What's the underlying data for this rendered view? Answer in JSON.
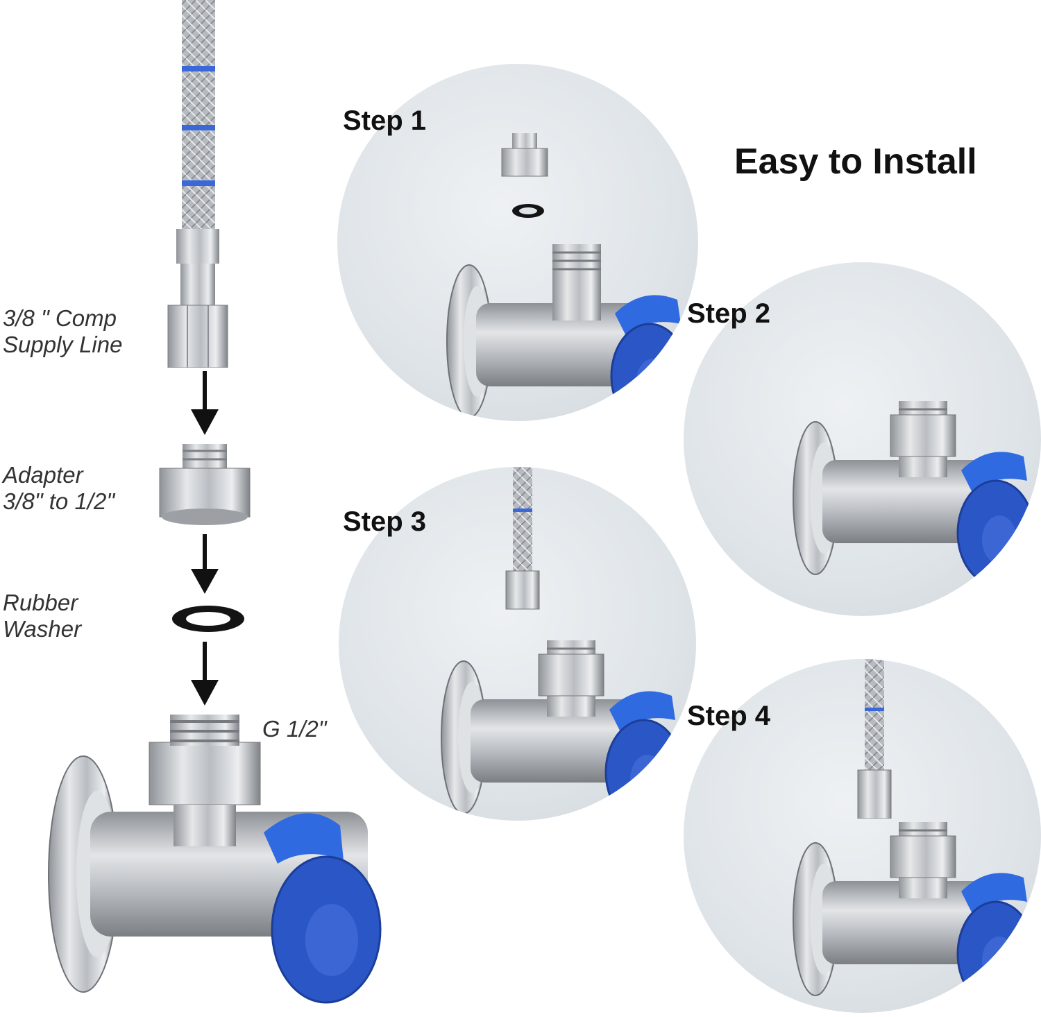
{
  "headline": "Easy to Install",
  "labels": {
    "supply_line": "3/8 \" Comp\nSupply Line",
    "adapter": "Adapter\n3/8\" to 1/2\"",
    "washer": "Rubber\nWasher",
    "thread": "G 1/2\""
  },
  "steps": [
    {
      "title": "Step 1"
    },
    {
      "title": "Step 2"
    },
    {
      "title": "Step 3"
    },
    {
      "title": "Step 4"
    }
  ],
  "colors": {
    "steel": "#c9ccd0",
    "valve_blue": "#2a56c6",
    "handle_blue": "#2f6ae0",
    "washer": "#141414",
    "braid_blue": "#3a68d8"
  },
  "icons": [
    "down-arrow-icon",
    "braided-hose-icon",
    "adapter-fitting-icon",
    "rubber-washer-icon",
    "angle-valve-icon"
  ]
}
